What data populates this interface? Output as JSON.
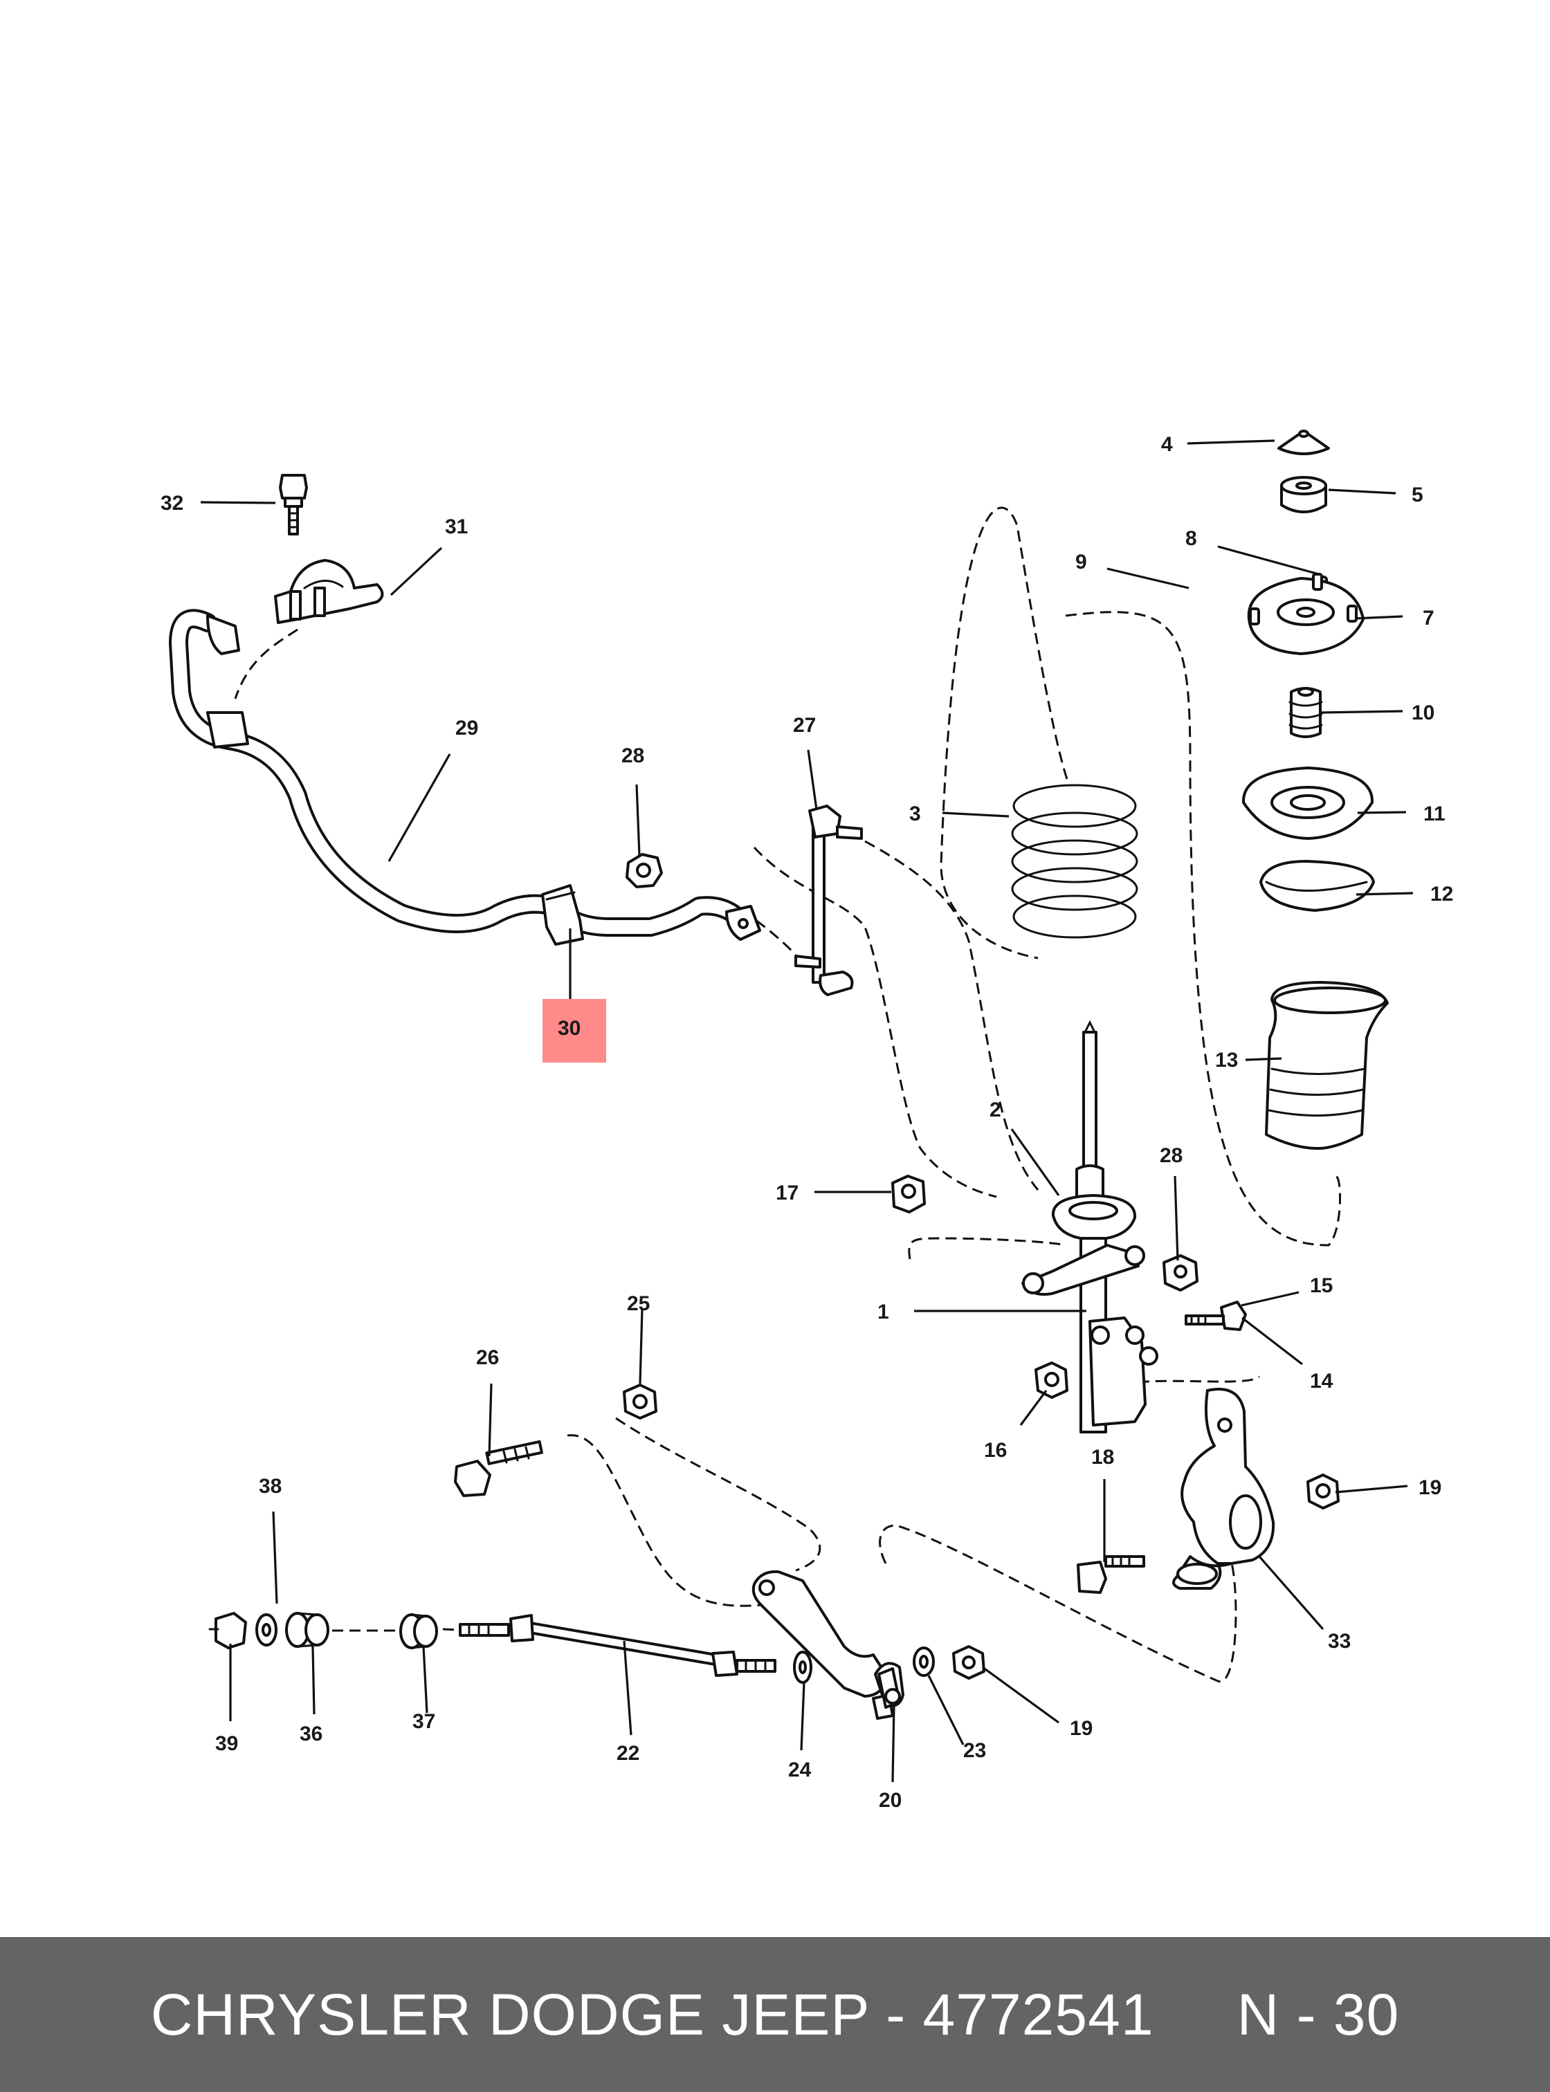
{
  "highlight_color": "#ff8a8a",
  "footer": {
    "left": "CHRYSLER DODGE JEEP - 4772541",
    "right": "N - 30"
  },
  "callouts": [
    {
      "id": "c4",
      "text": "4"
    },
    {
      "id": "c5",
      "text": "5"
    },
    {
      "id": "c8",
      "text": "8"
    },
    {
      "id": "c9",
      "text": "9"
    },
    {
      "id": "c7",
      "text": "7"
    },
    {
      "id": "c10",
      "text": "10"
    },
    {
      "id": "c3",
      "text": "3"
    },
    {
      "id": "c11",
      "text": "11"
    },
    {
      "id": "c12",
      "text": "12"
    },
    {
      "id": "c13",
      "text": "13"
    },
    {
      "id": "c2",
      "text": "2"
    },
    {
      "id": "c17",
      "text": "17"
    },
    {
      "id": "c28b",
      "text": "28"
    },
    {
      "id": "c1",
      "text": "1"
    },
    {
      "id": "c15",
      "text": "15"
    },
    {
      "id": "c14",
      "text": "14"
    },
    {
      "id": "c16",
      "text": "16"
    },
    {
      "id": "c18",
      "text": "18"
    },
    {
      "id": "c19a",
      "text": "19"
    },
    {
      "id": "c33",
      "text": "33"
    },
    {
      "id": "c32",
      "text": "32"
    },
    {
      "id": "c31",
      "text": "31"
    },
    {
      "id": "c29",
      "text": "29"
    },
    {
      "id": "c28a",
      "text": "28"
    },
    {
      "id": "c27",
      "text": "27"
    },
    {
      "id": "c30",
      "text": "30"
    },
    {
      "id": "c25",
      "text": "25"
    },
    {
      "id": "c26",
      "text": "26"
    },
    {
      "id": "c38",
      "text": "38"
    },
    {
      "id": "c39",
      "text": "39"
    },
    {
      "id": "c36",
      "text": "36"
    },
    {
      "id": "c37",
      "text": "37"
    },
    {
      "id": "c22",
      "text": "22"
    },
    {
      "id": "c24",
      "text": "24"
    },
    {
      "id": "c20",
      "text": "20"
    },
    {
      "id": "c23",
      "text": "23"
    },
    {
      "id": "c19b",
      "text": "19"
    }
  ]
}
